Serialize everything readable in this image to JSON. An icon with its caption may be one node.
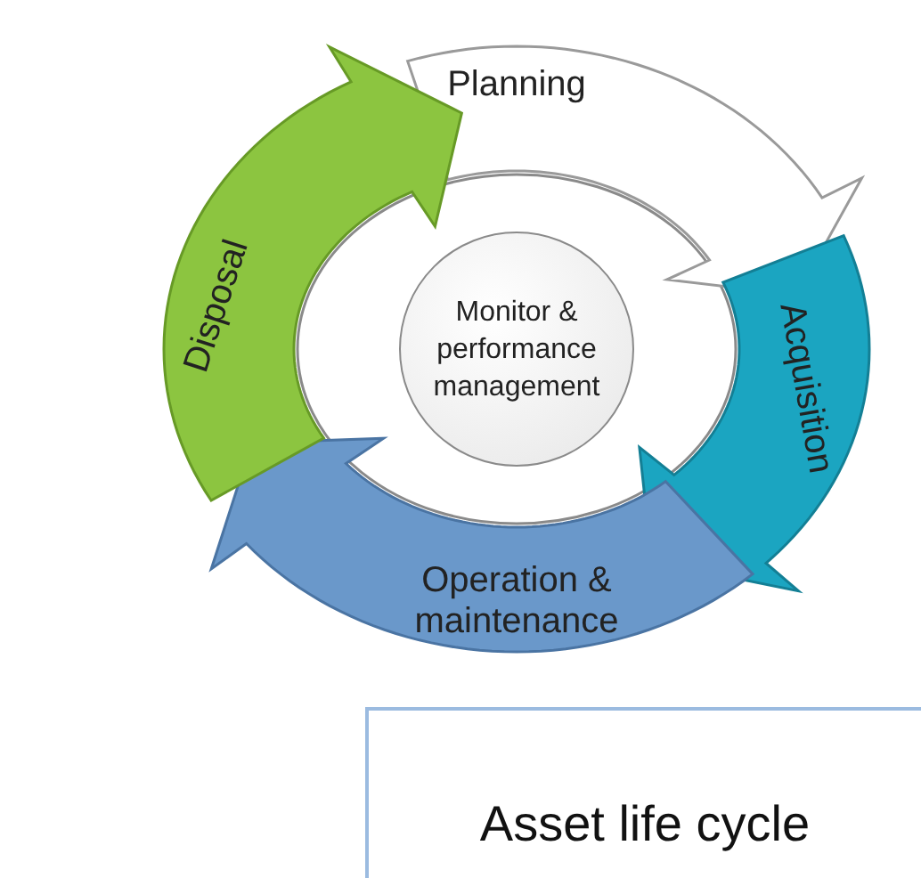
{
  "diagram": {
    "nodes": [
      {
        "text": [
          "Planning"
        ]
      },
      {
        "text": [
          "Acquisition"
        ]
      },
      {
        "text": [
          "Operation & maintenance"
        ]
      },
      {
        "text": [
          "Disposal"
        ]
      },
      {
        "text": [
          "Monitor & performance management"
        ]
      }
    ],
    "caption": "Asset life cycle"
  }
}
